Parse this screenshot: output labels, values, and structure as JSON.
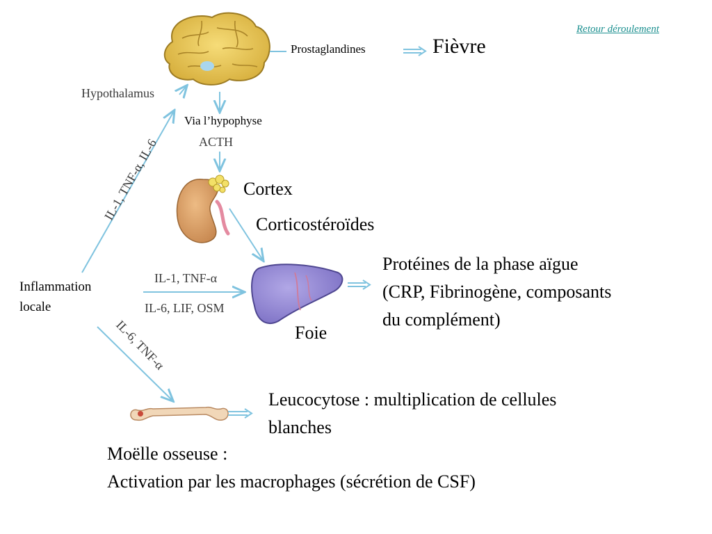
{
  "nav": {
    "back_link": "Retour déroulement"
  },
  "labels": {
    "hypothalamus": "Hypothalamus",
    "prostaglandines": "Prostaglandines",
    "fievre": "Fièvre",
    "via_hypophyse": "Via l’hypophyse",
    "acth": "ACTH",
    "cortex": "Cortex",
    "corticosteroides": "Corticostéroïdes",
    "inflammation_line1": "Inflammation",
    "inflammation_line2": "locale",
    "cytokines_brain": "IL-1, TNF-α, IL-6",
    "cytokines_liver_1": "IL-1, TNF-α",
    "cytokines_liver_2": "IL-6, LIF, OSM",
    "cytokines_bone": "IL-6, TNF-α",
    "proteines_line1": "Protéines de la phase aïgue",
    "proteines_line2": "(CRP, Fibrinogène, composants",
    "proteines_line3": "du complément)",
    "foie": "Foie",
    "leucocytose_line1": "Leucocytose : multiplication de cellules",
    "leucocytose_line2": "blanches",
    "moelle_line1": "Moëlle osseuse :",
    "moelle_line2": "Activation par les macrophages (sécrétion de CSF)"
  },
  "colors": {
    "arrow": "#7fc3df",
    "brain": "#e8c95a",
    "liver": "#9b8fd6",
    "kidney": "#d9a06a",
    "bone": "#f1d7b8"
  }
}
